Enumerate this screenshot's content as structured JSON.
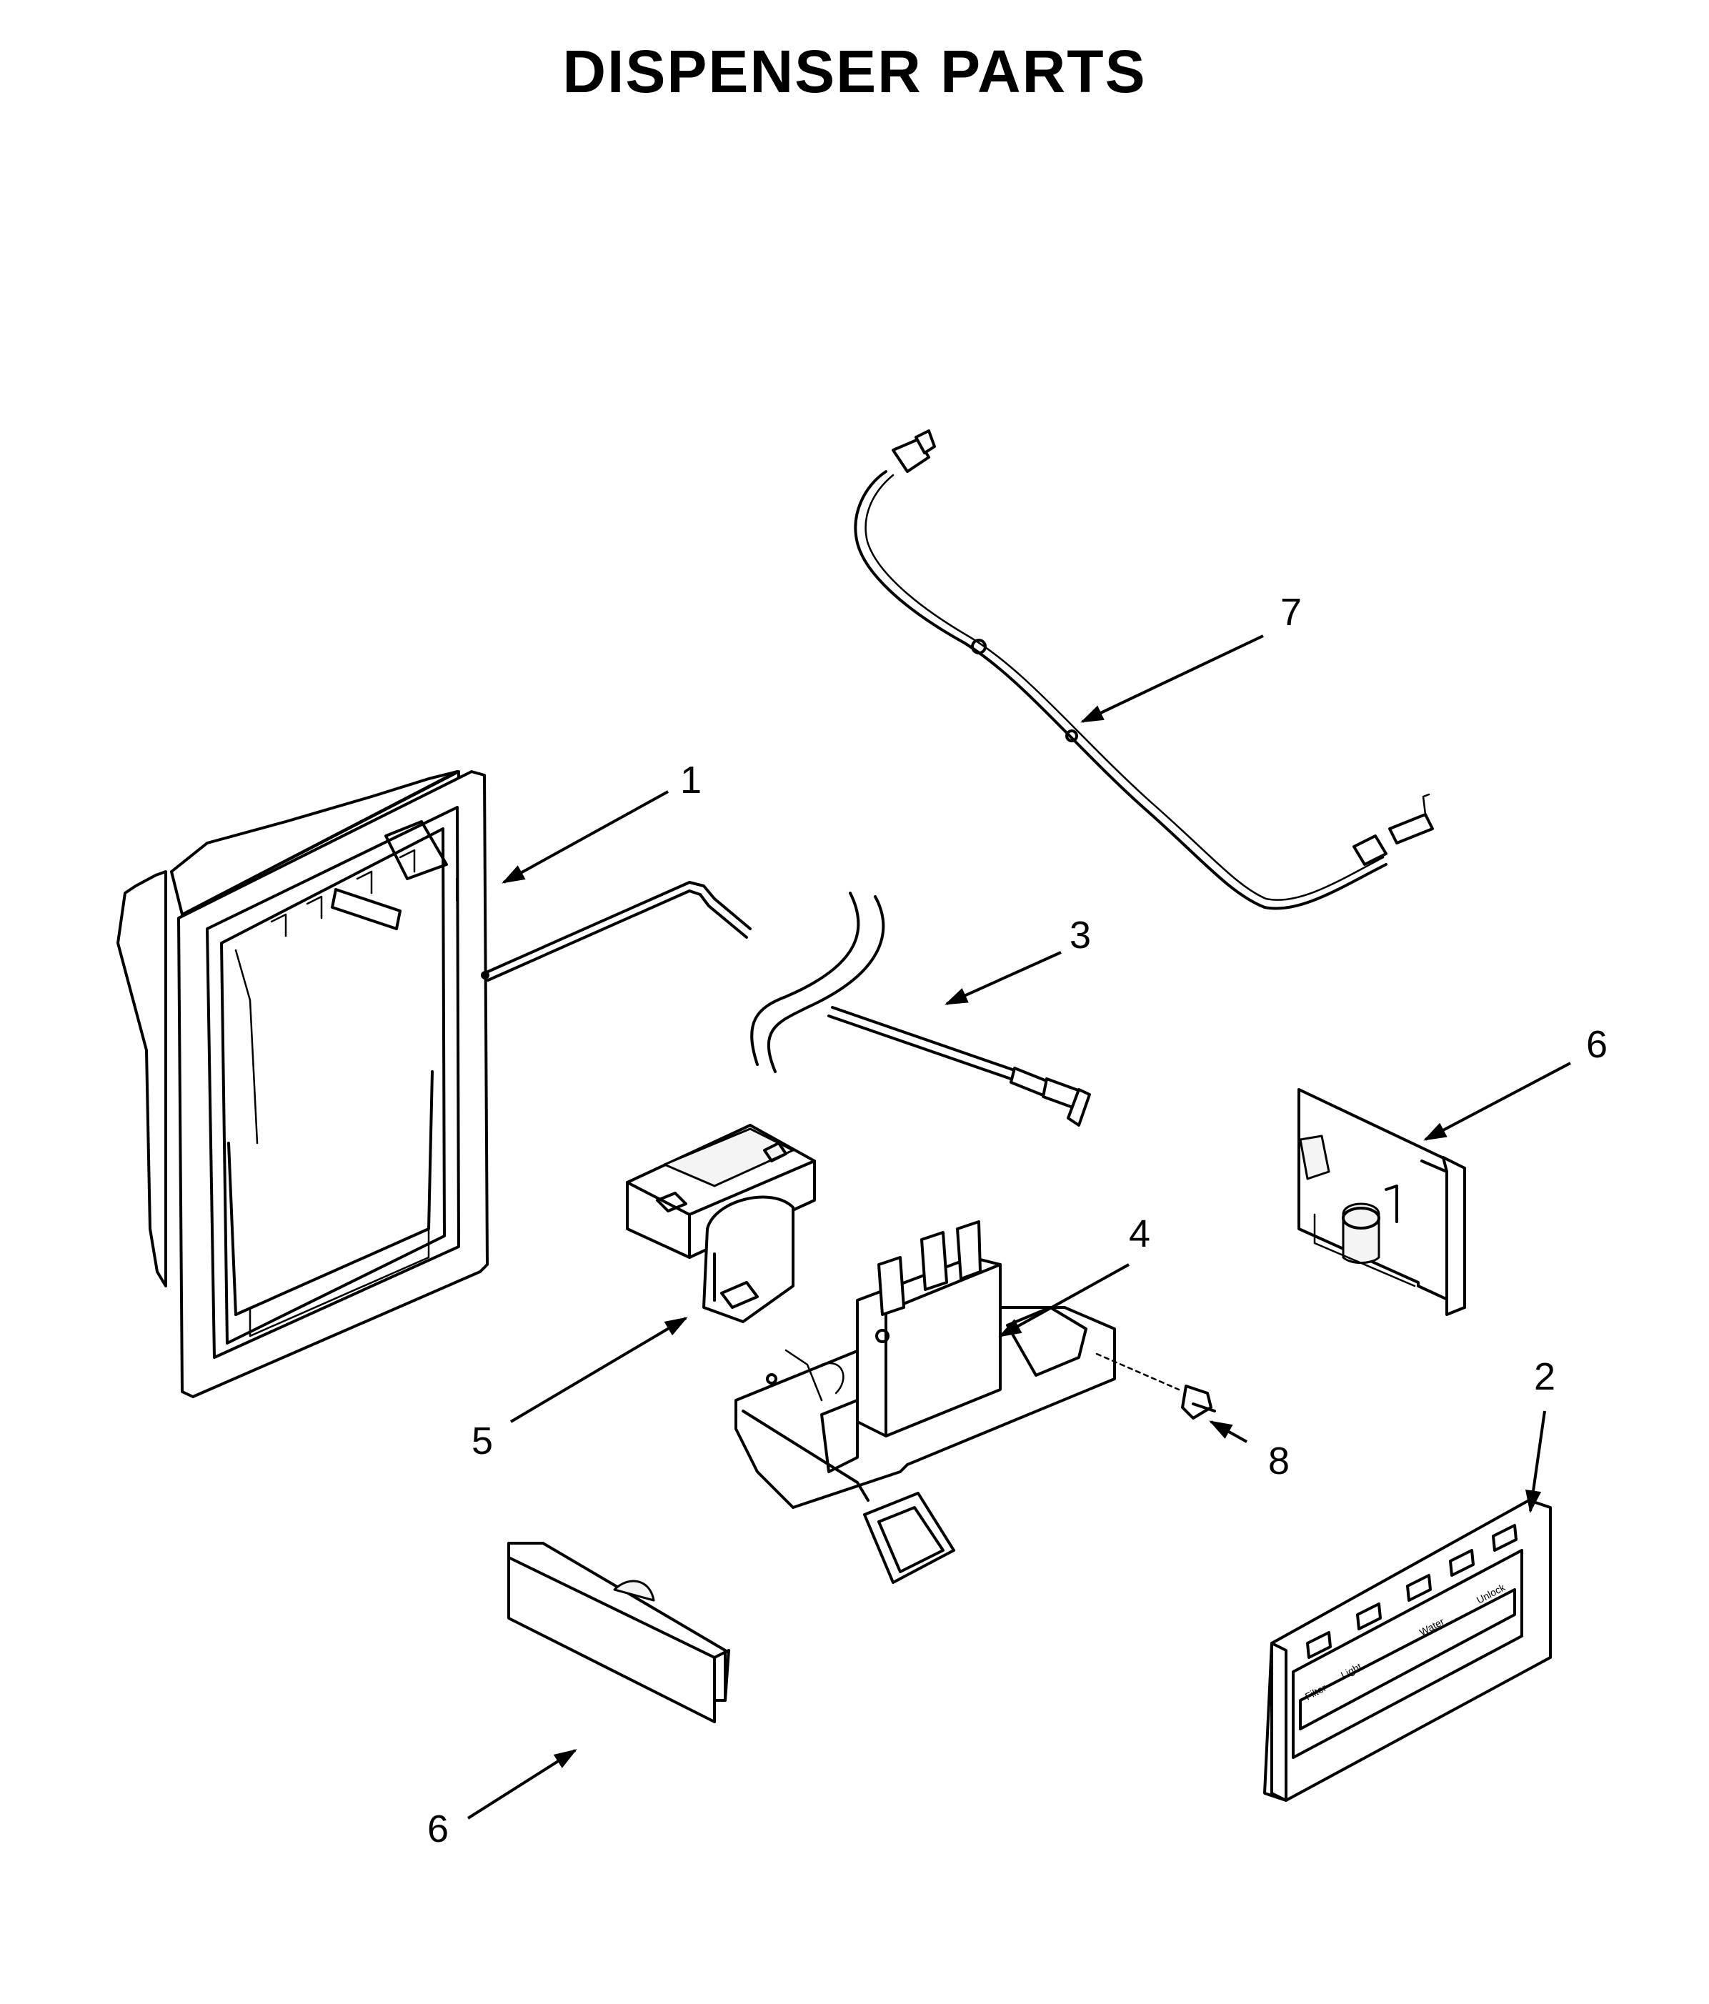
{
  "title": "DISPENSER PARTS",
  "callouts": [
    {
      "id": "c1",
      "label": "1"
    },
    {
      "id": "c2",
      "label": "2"
    },
    {
      "id": "c3",
      "label": "3"
    },
    {
      "id": "c4",
      "label": "4"
    },
    {
      "id": "c5",
      "label": "5"
    },
    {
      "id": "c6a",
      "label": "6"
    },
    {
      "id": "c6b",
      "label": "6"
    },
    {
      "id": "c7",
      "label": "7"
    },
    {
      "id": "c8",
      "label": "8"
    }
  ],
  "panel_labels": {
    "lock": "Unlock",
    "water": "Water",
    "light": "Light",
    "filter": "Filter"
  }
}
